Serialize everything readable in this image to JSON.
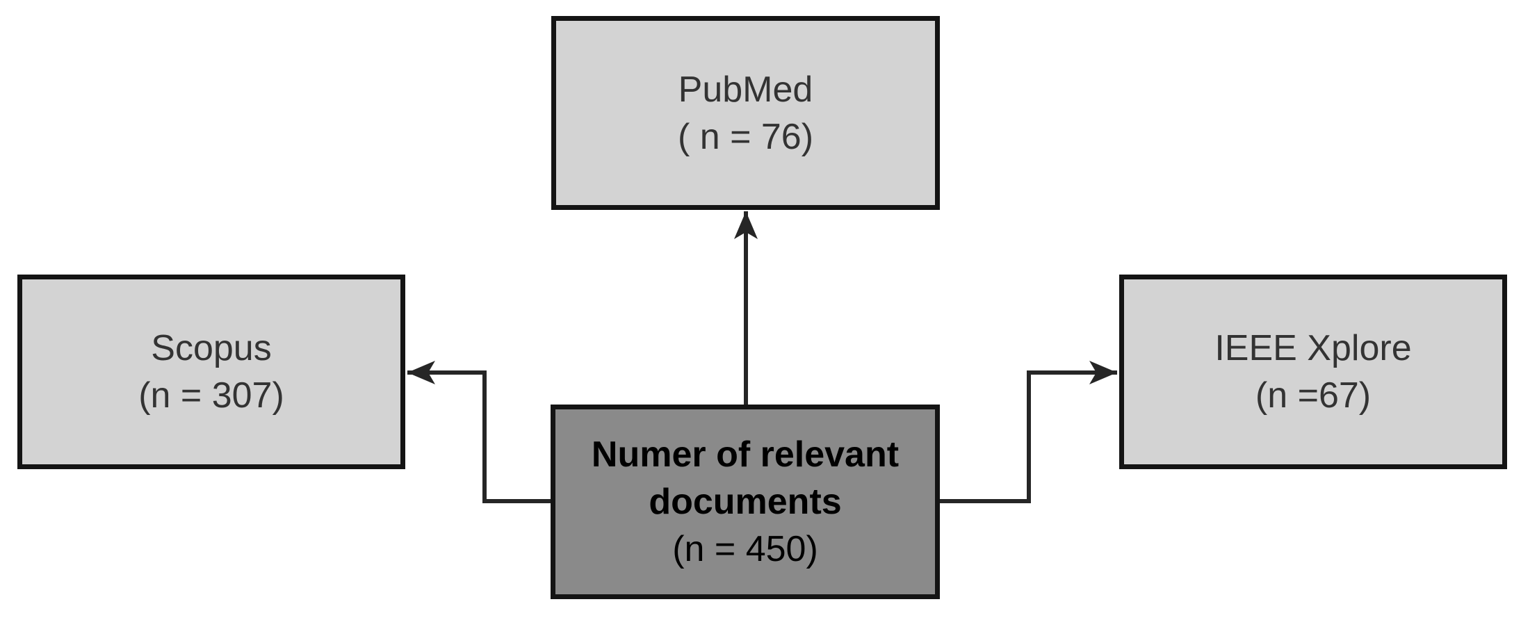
{
  "diagram": {
    "description": "Flow diagram of relevant documents retrieved per database",
    "colors": {
      "background": "#ffffff",
      "node_fill": "#d3d3d3",
      "center_fill": "#8a8a8a",
      "border": "#141414",
      "connector": "#262626",
      "node_text": "#333333",
      "center_text": "#000000"
    },
    "nodes": {
      "pubmed": {
        "title": "PubMed",
        "count_label": "( n = 76)",
        "count": 76
      },
      "scopus": {
        "title": "Scopus",
        "count_label": "(n = 307)",
        "count": 307
      },
      "ieee": {
        "title": "IEEE Xplore",
        "count_label": "(n =67)",
        "count": 67
      },
      "center": {
        "title_line1": "Numer of relevant",
        "title_line2": "documents",
        "count_label": "(n = 450)",
        "count": 450
      }
    },
    "edges": [
      {
        "from": "center",
        "to": "pubmed",
        "direction": "up"
      },
      {
        "from": "center",
        "to": "scopus",
        "direction": "left"
      },
      {
        "from": "center",
        "to": "ieee",
        "direction": "right"
      }
    ]
  }
}
